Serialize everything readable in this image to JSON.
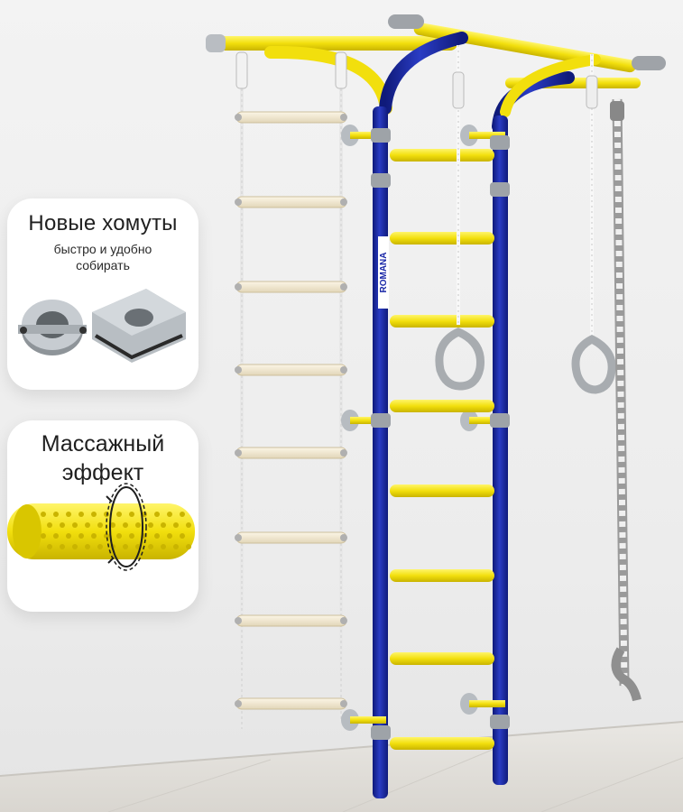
{
  "brand_label": "ROMANA",
  "cards": {
    "clamps": {
      "title": "Новые хомуты",
      "subtitle_line1": "быстро и удобно",
      "subtitle_line2": "собирать",
      "image": "clamp-icon"
    },
    "massage": {
      "title_line1": "Массажный",
      "title_line2": "эффект",
      "image": "massage-bar-icon"
    }
  },
  "colors": {
    "frame_blue": "#1c2aa8",
    "accent_yellow": "#f6e313",
    "wall": "#efefef",
    "floor": "#e2e0dc",
    "rope_white": "#f4f4f4",
    "rope_grey": "#8f8f8f",
    "rung_wood": "#efe6cf"
  }
}
